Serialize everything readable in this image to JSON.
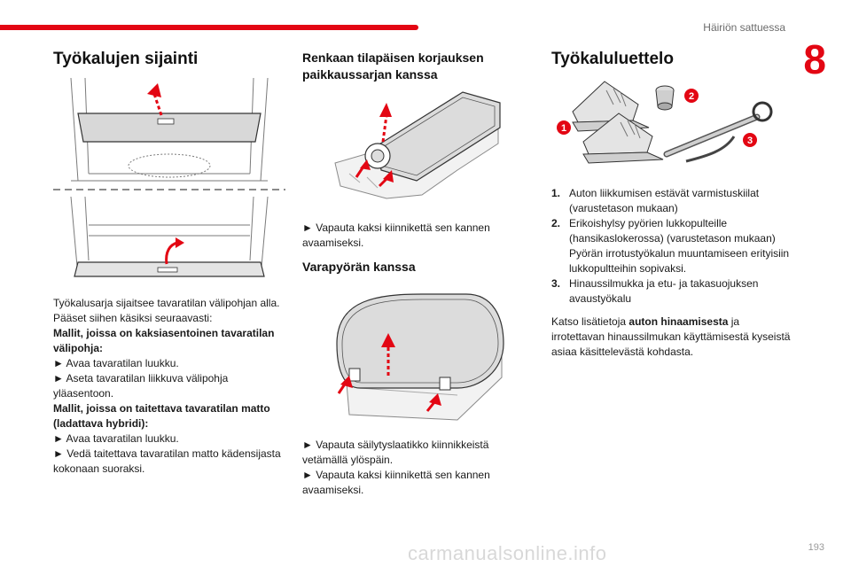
{
  "header": {
    "section": "Häiriön sattuessa",
    "chapter": "8"
  },
  "footer": {
    "page": "193",
    "watermark": "carmanualsonline.info"
  },
  "col1": {
    "title": "Työkalujen sijainti",
    "intro": "Työkalusarja sijaitsee tavaratilan välipohjan alla. Pääset siihen käsiksi seuraavasti:",
    "h_a": "Mallit, joissa on kaksiasentoinen tavaratilan välipohja:",
    "a1": "► Avaa tavaratilan luukku.",
    "a2": "► Aseta tavaratilan liikkuva välipohja yläasentoon.",
    "h_b": "Mallit, joissa on taitettava tavaratilan matto (ladattava hybridi):",
    "b1": "► Avaa tavaratilan luukku.",
    "b2": "► Vedä taitettava tavaratilan matto kädensijasta kokonaan suoraksi."
  },
  "col2": {
    "title1": "Renkaan tilapäisen korjauksen paikkaussarjan kanssa",
    "step1": "► Vapauta kaksi kiinnikettä sen kannen avaamiseksi.",
    "title2": "Varapyörän kanssa",
    "step2": "► Vapauta säilytyslaatikko kiinnikkeistä vetämällä ylöspäin.",
    "step3": "► Vapauta kaksi kiinnikettä sen kannen avaamiseksi."
  },
  "col3": {
    "title": "Työkaluluettelo",
    "callouts": [
      "1",
      "2",
      "3"
    ],
    "items": [
      {
        "num": "1.",
        "text": "Auton liikkumisen estävät varmistuskiilat (varustetason mukaan)"
      },
      {
        "num": "2.",
        "text": "Erikoishylsy pyörien lukkopulteille (hansikaslokerossa) (varustetason mukaan) Pyörän irrotustyökalun muuntamiseen erityisiin lukkopultteihin sopivaksi."
      },
      {
        "num": "3.",
        "text": "Hinaussilmukka ja etu- ja takasuojuksen avaustyökalu"
      }
    ],
    "note_pre": "Katso lisätietoja ",
    "note_bold": "auton hinaamisesta",
    "note_post": " ja irrotettavan hinaussilmukan käyttämisestä kyseistä asiaa käsittelevästä kohdasta."
  },
  "colors": {
    "accent": "#e30613",
    "text": "#1a1a1a"
  }
}
